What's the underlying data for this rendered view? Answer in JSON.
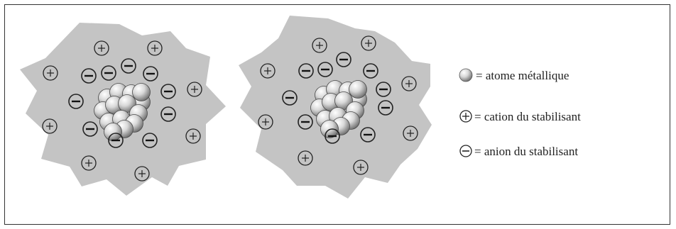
{
  "legend": {
    "metal_atom": "= atome métallique",
    "cation": "= cation du stabilisant",
    "anion": "= anion du stabilisant"
  },
  "symbols": {
    "cation": "+",
    "anion": "−"
  },
  "colors": {
    "cloud": "#c4c4c4",
    "sphere_light": "#ffffff",
    "sphere_dark": "#6a6a6a",
    "ion_stroke": "#222222"
  }
}
